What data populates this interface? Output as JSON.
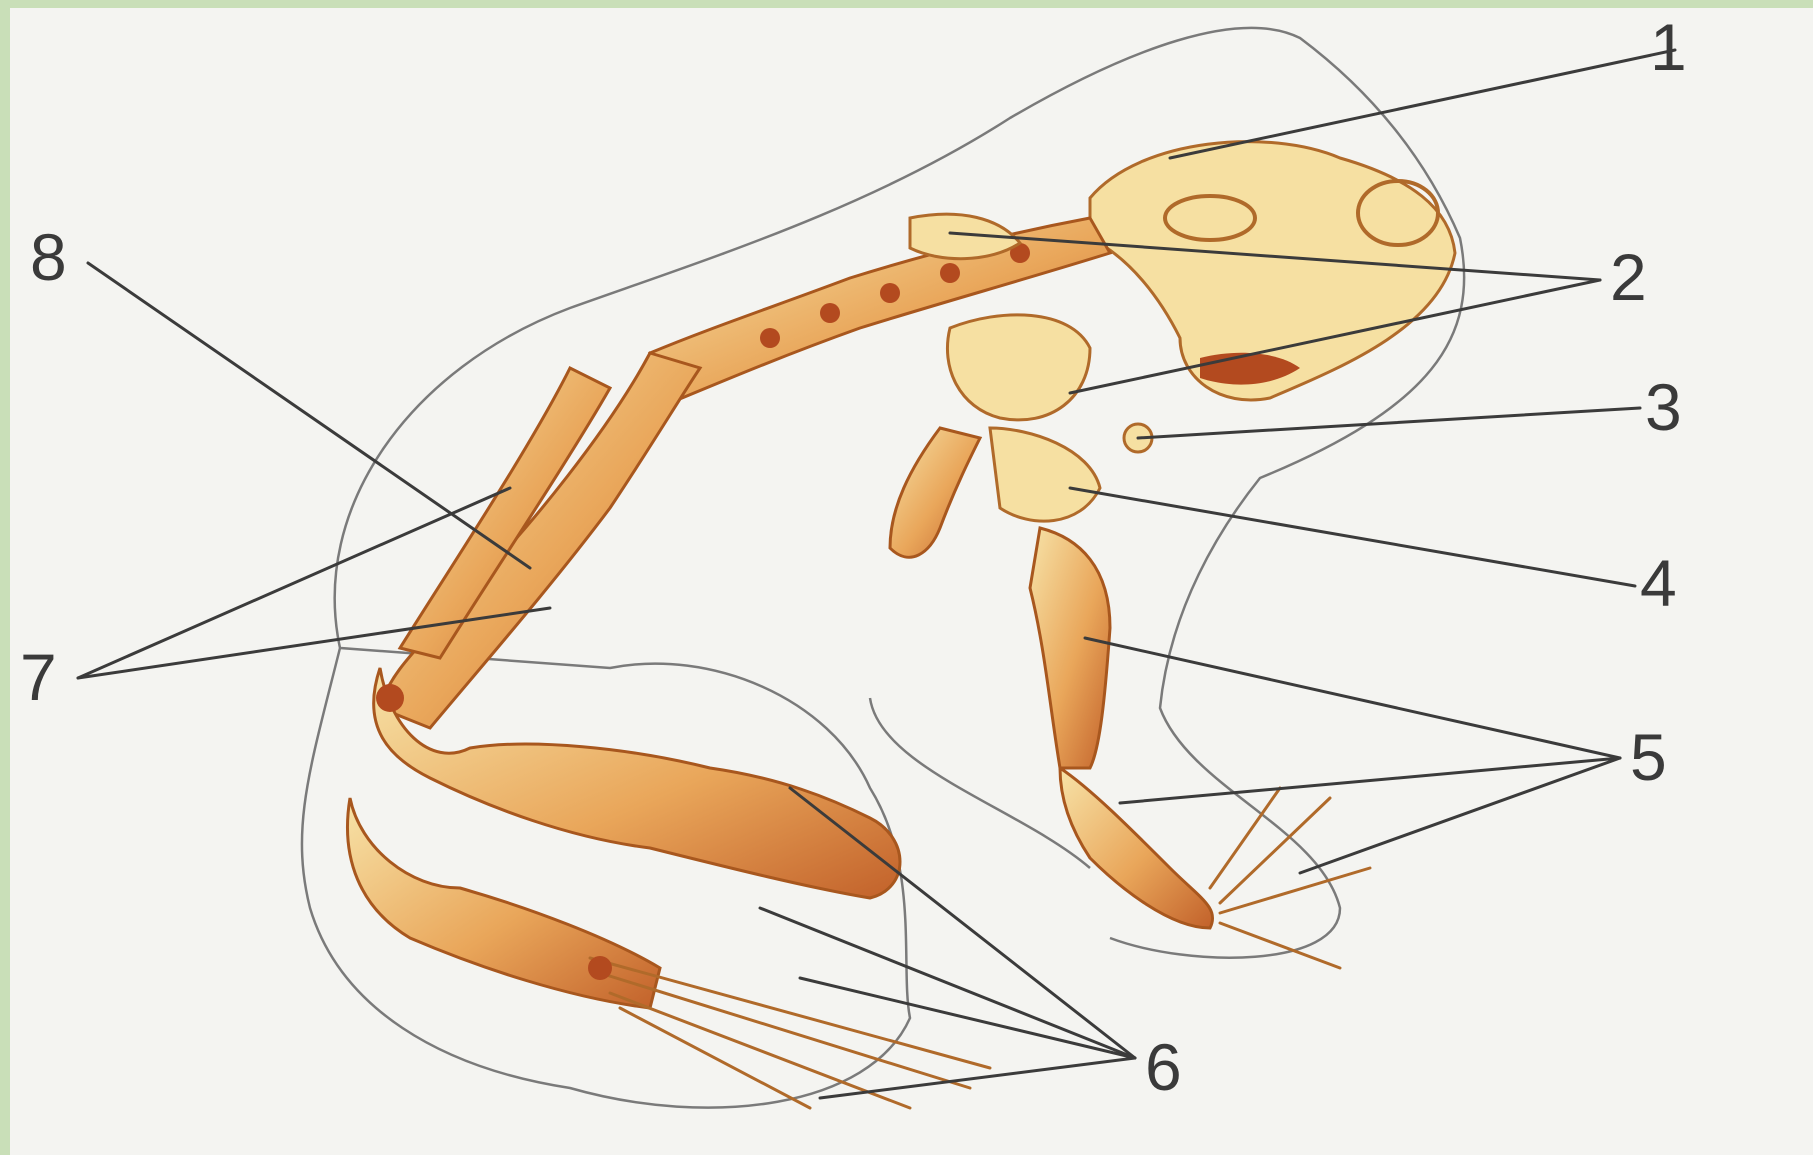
{
  "figure": {
    "labels": [
      "1",
      "2",
      "3",
      "4",
      "5",
      "6",
      "7",
      "8"
    ]
  },
  "colors": {
    "background": "#f4f4f1",
    "frame": "#c9dfb8",
    "bone_light": "#f6e0a2",
    "bone_dark": "#c56a2a",
    "leader_lines": "#3b3b3b"
  }
}
